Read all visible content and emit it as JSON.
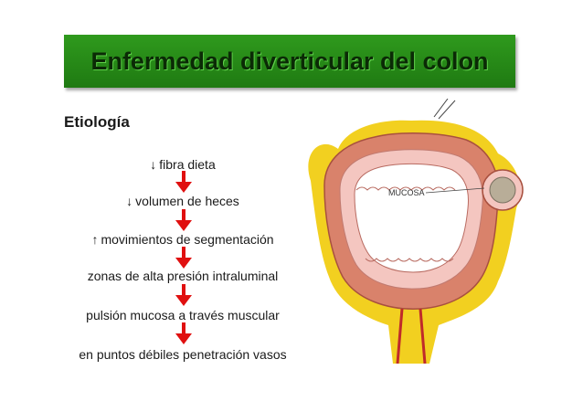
{
  "slide": {
    "title": "Enfermedad diverticular del colon",
    "subtitle": "Etiología"
  },
  "steps": [
    {
      "glyph": "↓",
      "text": "fibra dieta"
    },
    {
      "glyph": "↓",
      "text": "volumen de heces"
    },
    {
      "glyph": "↑",
      "text": "movimientos de segmentación"
    },
    {
      "glyph": "",
      "text": "zonas de alta presión intraluminal"
    },
    {
      "glyph": "",
      "text": "pulsión mucosa a través muscular"
    },
    {
      "glyph": "",
      "text": "en puntos débiles penetración vasos"
    }
  ],
  "illustration": {
    "label": "MUCOSA"
  },
  "colors": {
    "title_bg": "#2a8c1a",
    "title_text": "#0b2a06",
    "arrow": "#e01010",
    "muscle": "#d9826b",
    "fat": "#f2d020",
    "mucosa": "#f4c6c0"
  }
}
